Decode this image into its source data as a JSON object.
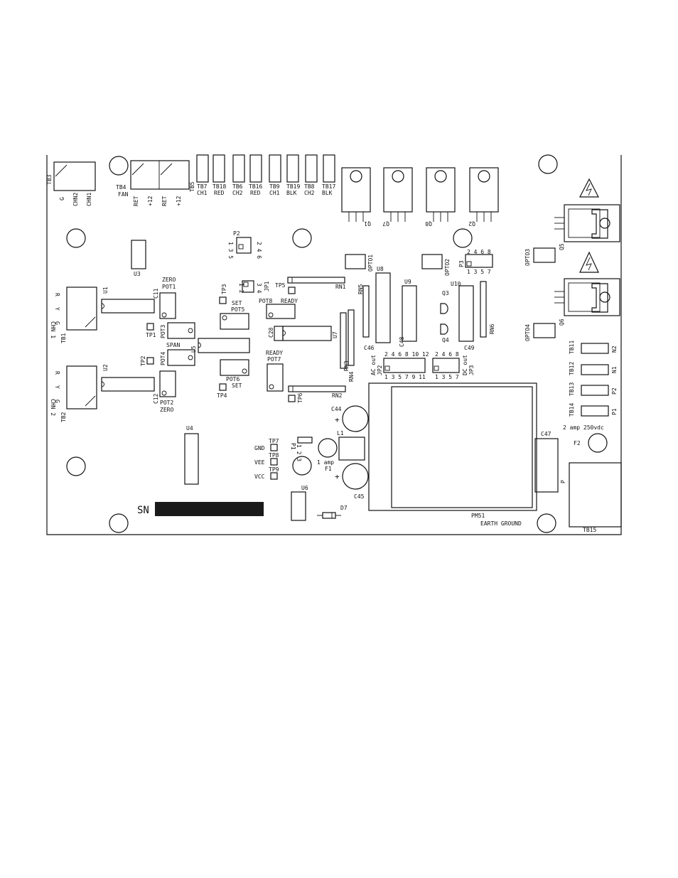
{
  "board": {
    "serial_label": "SN",
    "colors": {
      "ink": "#111111",
      "paper": "#ffffff",
      "redaction": "#1a1a1a"
    },
    "terminals_top": {
      "tb3": "TB3",
      "tb3_pins": [
        "G",
        "CHN2",
        "CHN1"
      ],
      "tb4": "TB4",
      "tb4_sub": "FAN",
      "tb4_pins": [
        "RET",
        "+12",
        "RET",
        "+12"
      ],
      "tb5": "TB5",
      "tb7": "TB7",
      "tb7_sub": "CH1",
      "tb18": "TB18",
      "tb18_sub": "RED",
      "tb6": "TB6",
      "tb6_sub": "CH2",
      "tb16": "TB16",
      "tb16_sub": "RED",
      "tb9": "TB9",
      "tb9_sub": "CH1",
      "tb19": "TB19",
      "tb19_sub": "BLK",
      "tb8": "TB8",
      "tb8_sub": "CH2",
      "tb17": "TB17",
      "tb17_sub": "BLK"
    },
    "transistors": [
      "Q1",
      "Q7",
      "Q8",
      "Q2"
    ],
    "left_channels": {
      "tb1": "TB1",
      "tb2": "TB2",
      "chn1": "CHN 1",
      "chn2": "CHN 2",
      "pins": [
        "R",
        "Y",
        "G"
      ],
      "u1": "U1",
      "u2": "U2",
      "u3": "U3",
      "u4": "U4",
      "u5": "U5",
      "c11": "C11",
      "c12": "C12",
      "pot1": "POT1",
      "pot2": "POT2",
      "pot3": "POT3",
      "pot4": "POT4",
      "pot5": "POT5",
      "pot6": "POT6",
      "pot7": "POT7",
      "pot8": "POT8",
      "zero_top": "ZERO",
      "zero_bottom": "ZERO",
      "span": "SPAN",
      "set_top": "SET",
      "set_bottom": "SET",
      "ready_top": "READY",
      "ready_bottom": "READY",
      "tp1": "TP1",
      "tp2": "TP2",
      "tp3": "TP3",
      "tp4": "TP4",
      "tp5": "TP5",
      "tp6": "TP6",
      "tp7": "TP7",
      "tp8": "TP8",
      "tp9": "TP9",
      "p2": "P2",
      "p2_pins": "1 3 5",
      "p2_pins2": "2 4 6",
      "jp1": "JP1",
      "jp1_pins": "1 2",
      "jp1_pins2": "3 4",
      "c28": "C28",
      "u7": "U7",
      "rn1": "RN1",
      "rn2": "RN2",
      "rn3": "RN3",
      "rn4": "RN4"
    },
    "middle": {
      "opto1": "OPTO1",
      "opto2": "OPTO2",
      "opto3": "OPTO3",
      "opto4": "OPTO4",
      "u8": "U8",
      "u9": "U9",
      "u10": "U10",
      "u6": "U6",
      "rn5": "RN5",
      "rn6": "RN6",
      "q3": "Q3",
      "q4": "Q4",
      "c46": "C46",
      "c48": "C48",
      "c49": "C49",
      "p3": "P3",
      "p3_top": "2 4 6 8",
      "p3_bottom": "1 3 5 7",
      "jp2": "JP2",
      "ac_out": "AC out",
      "jp2_top": "2 4 6 8 10 12",
      "jp2_bottom": "1 3 5 7 9 11",
      "jp3": "JP3",
      "dc_out": "DC out",
      "jp3_top": "2 4 6 8",
      "jp3_bottom": "1 3 5 7",
      "c44": "C44",
      "c45": "C45",
      "l1": "L1",
      "f1": "F1",
      "f1_rating": "1 amp",
      "p1": "P1",
      "p1_pins": "1 2 3",
      "gnd": "GND",
      "vee": "VEE",
      "vcc": "VCC",
      "d7": "D7"
    },
    "right": {
      "q5": "Q5",
      "q6": "Q6",
      "tb11": "TB11",
      "tb12": "TB12",
      "tb13": "TB13",
      "tb14": "TB14",
      "n2": "N2",
      "n1": "N1",
      "p2r": "P2",
      "p1r": "P1",
      "f2_rating": "2 amp 250vdc",
      "f2": "F2",
      "c47": "C47",
      "tb15": "TB15",
      "p_label": "P",
      "pm51": "PM51",
      "earth": "EARTH GROUND"
    }
  }
}
